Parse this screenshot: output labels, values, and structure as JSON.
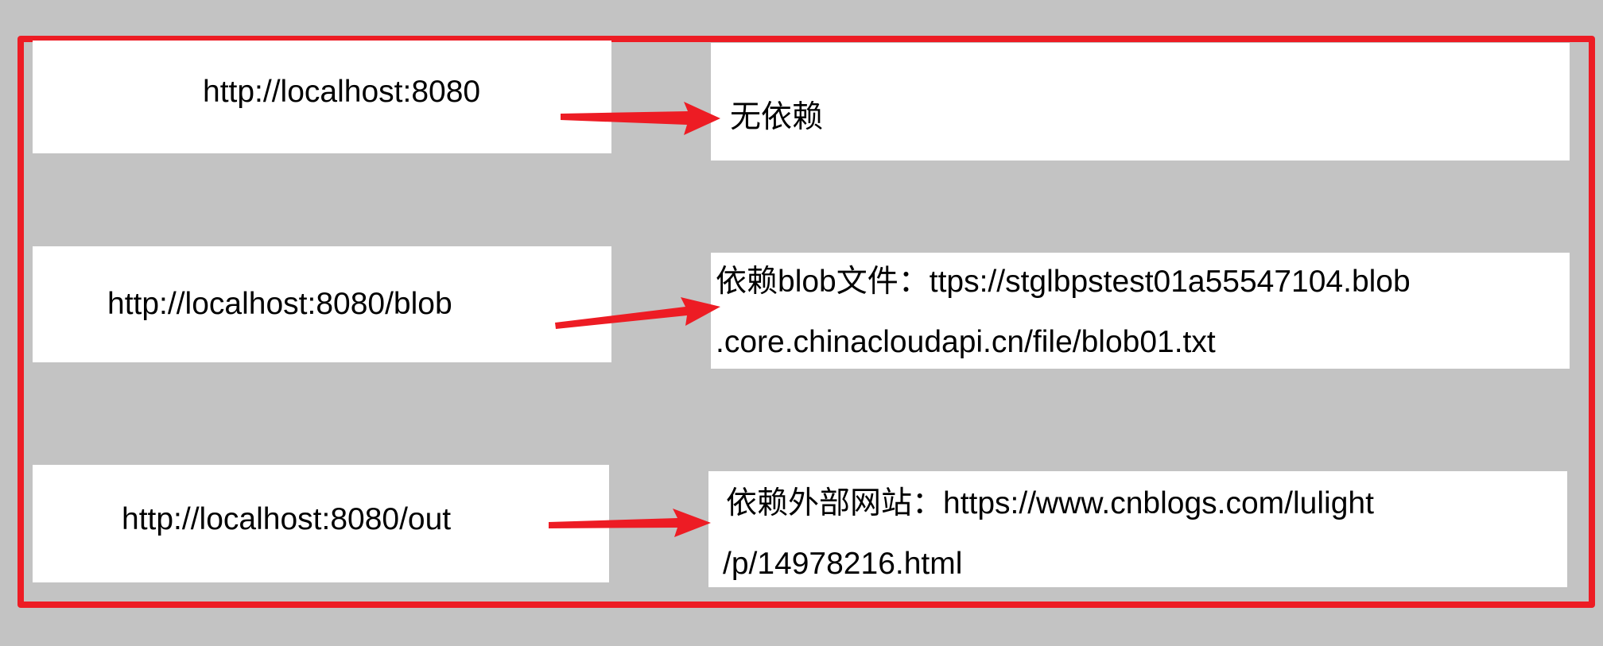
{
  "rows": [
    {
      "url": "http://localhost:8080",
      "dependency": [
        "无依赖"
      ]
    },
    {
      "url": "http://localhost:8080/blob",
      "dependency": [
        "依赖blob文件：ttps://stglbpstest01a55547104.blob",
        ".core.chinacloudapi.cn/file/blob01.txt"
      ]
    },
    {
      "url": "http://localhost:8080/out",
      "dependency": [
        "依赖外部网站：https://www.cnblogs.com/lulight",
        "/p/14978216.html"
      ]
    }
  ],
  "colors": {
    "accent": "#ed1c24",
    "background": "#c3c3c3"
  }
}
